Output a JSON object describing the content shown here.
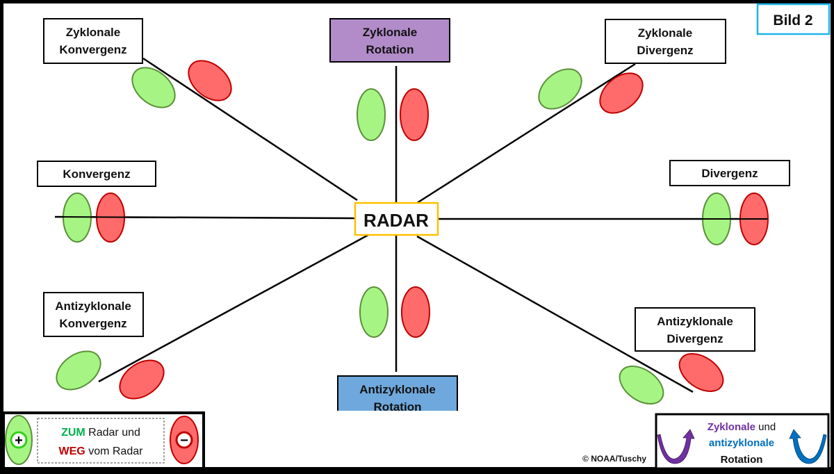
{
  "figure_label": "Bild 2",
  "center": {
    "label": "RADAR"
  },
  "colors": {
    "frame": "#000000",
    "background": "#ffffff",
    "toward_fill": "#a6f584",
    "toward_stroke": "#5b8f3a",
    "away_fill": "#ff6b6b",
    "away_stroke": "#c00000",
    "radar_border": "#ffc000",
    "cyclonic_box": "#b28bc9",
    "anticyclonic_box": "#6fa8dc",
    "figure_label_border": "#1fb3e8",
    "cyclonic_text": "#7030a0",
    "anticyclonic_text": "#0070c0",
    "zum_text": "#00b050",
    "weg_text": "#c00000"
  },
  "spokes": [
    {
      "id": "zyklonale-konvergenz",
      "lines": [
        "Zyklonale",
        "Konvergenz"
      ],
      "box": "plain"
    },
    {
      "id": "zyklonale-rotation",
      "lines": [
        "Zyklonale",
        "Rotation"
      ],
      "box": "cyclonic"
    },
    {
      "id": "zyklonale-divergenz",
      "lines": [
        "Zyklonale",
        "Divergenz"
      ],
      "box": "plain"
    },
    {
      "id": "konvergenz",
      "lines": [
        "Konvergenz"
      ],
      "box": "plain"
    },
    {
      "id": "divergenz",
      "lines": [
        "Divergenz"
      ],
      "box": "plain"
    },
    {
      "id": "antizyklonale-konvergenz",
      "lines": [
        "Antizyklonale",
        "Konvergenz"
      ],
      "box": "plain"
    },
    {
      "id": "antizyklonale-rotation",
      "lines": [
        "Antizyklonale",
        "Rotation"
      ],
      "box": "anticyclonic"
    },
    {
      "id": "antizyklonale-divergenz",
      "lines": [
        "Antizyklonale",
        "Divergenz"
      ],
      "box": "plain"
    }
  ],
  "legend_velocity": {
    "toward_symbol": "+",
    "away_symbol": "−",
    "line1_strong": "ZUM",
    "line1_rest": " Radar und",
    "line2_strong": "WEG",
    "line2_rest": " vom Radar"
  },
  "legend_rotation": {
    "line1_strong": "Zyklonale",
    "line1_rest": " und",
    "line2": "antizyklonale",
    "line3": "Rotation"
  },
  "credit": "© NOAA/Tuschy"
}
